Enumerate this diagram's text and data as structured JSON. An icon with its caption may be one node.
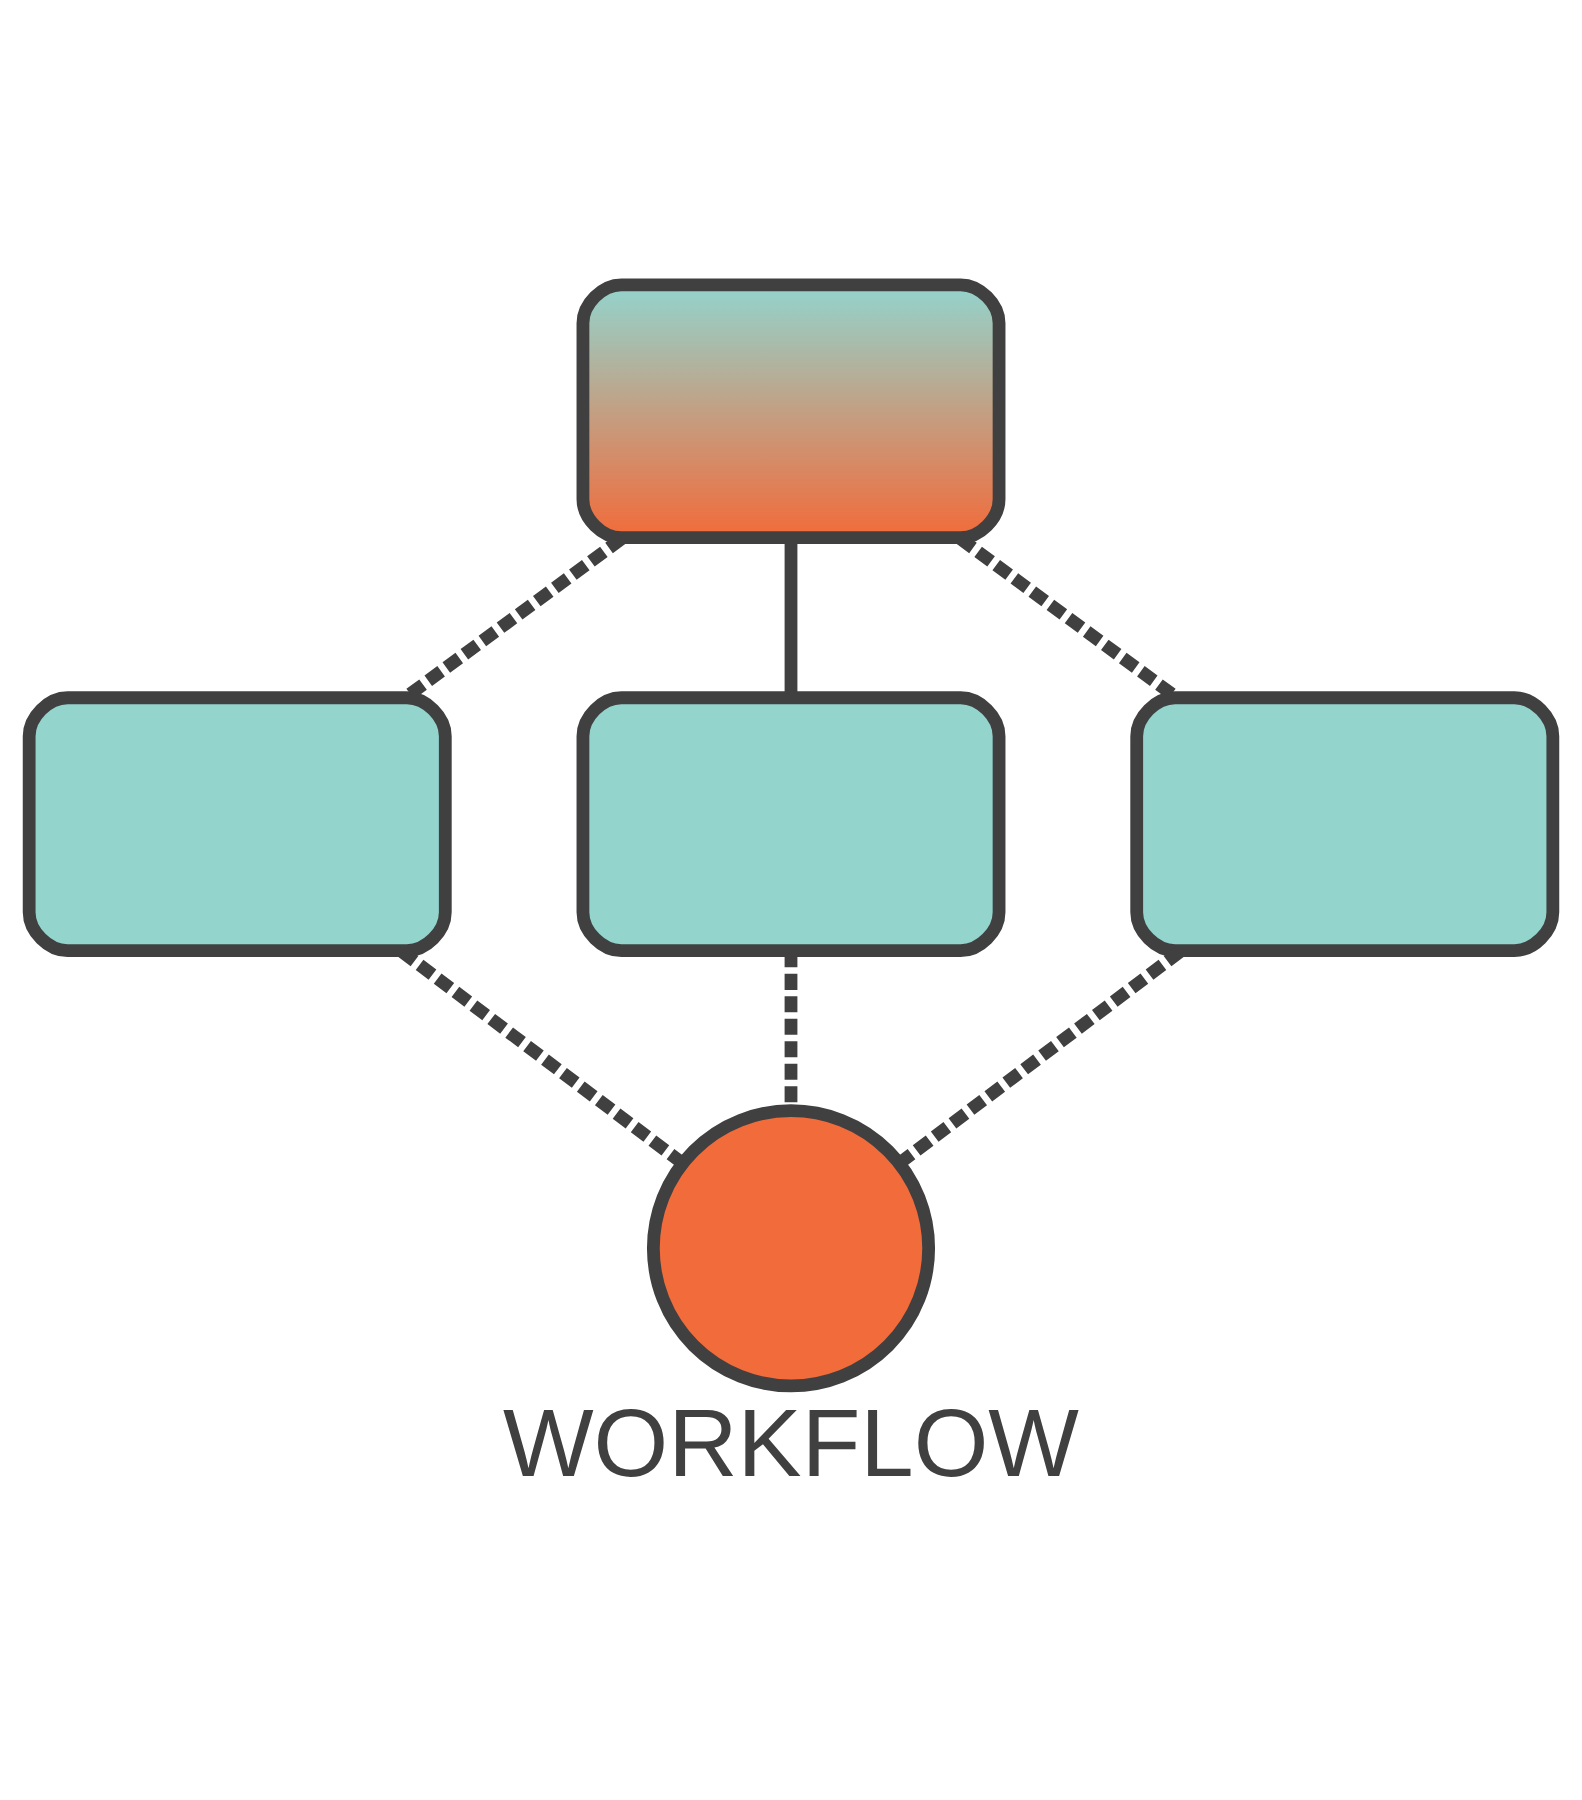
{
  "diagram": {
    "caption": "WORKFLOW",
    "nodes": [
      {
        "text": [],
        "shape": "monitor"
      },
      {
        "text": [],
        "shape": "monitor"
      },
      {
        "text": [],
        "shape": "monitor"
      },
      {
        "text": [],
        "shape": "monitor"
      },
      {
        "text": [],
        "shape": "circle"
      }
    ],
    "edges": [
      {
        "from": 0,
        "to": 1,
        "arrow": "none",
        "style": "dashed"
      },
      {
        "from": 0,
        "to": 2,
        "arrow": "none"
      },
      {
        "from": 0,
        "to": 3,
        "arrow": "none",
        "style": "dashed"
      },
      {
        "from": 1,
        "to": 4,
        "arrow": "none",
        "style": "dashed"
      },
      {
        "from": 2,
        "to": 4,
        "arrow": "none",
        "style": "dashed"
      },
      {
        "from": 3,
        "to": 4,
        "arrow": "none",
        "style": "dashed"
      }
    ]
  }
}
